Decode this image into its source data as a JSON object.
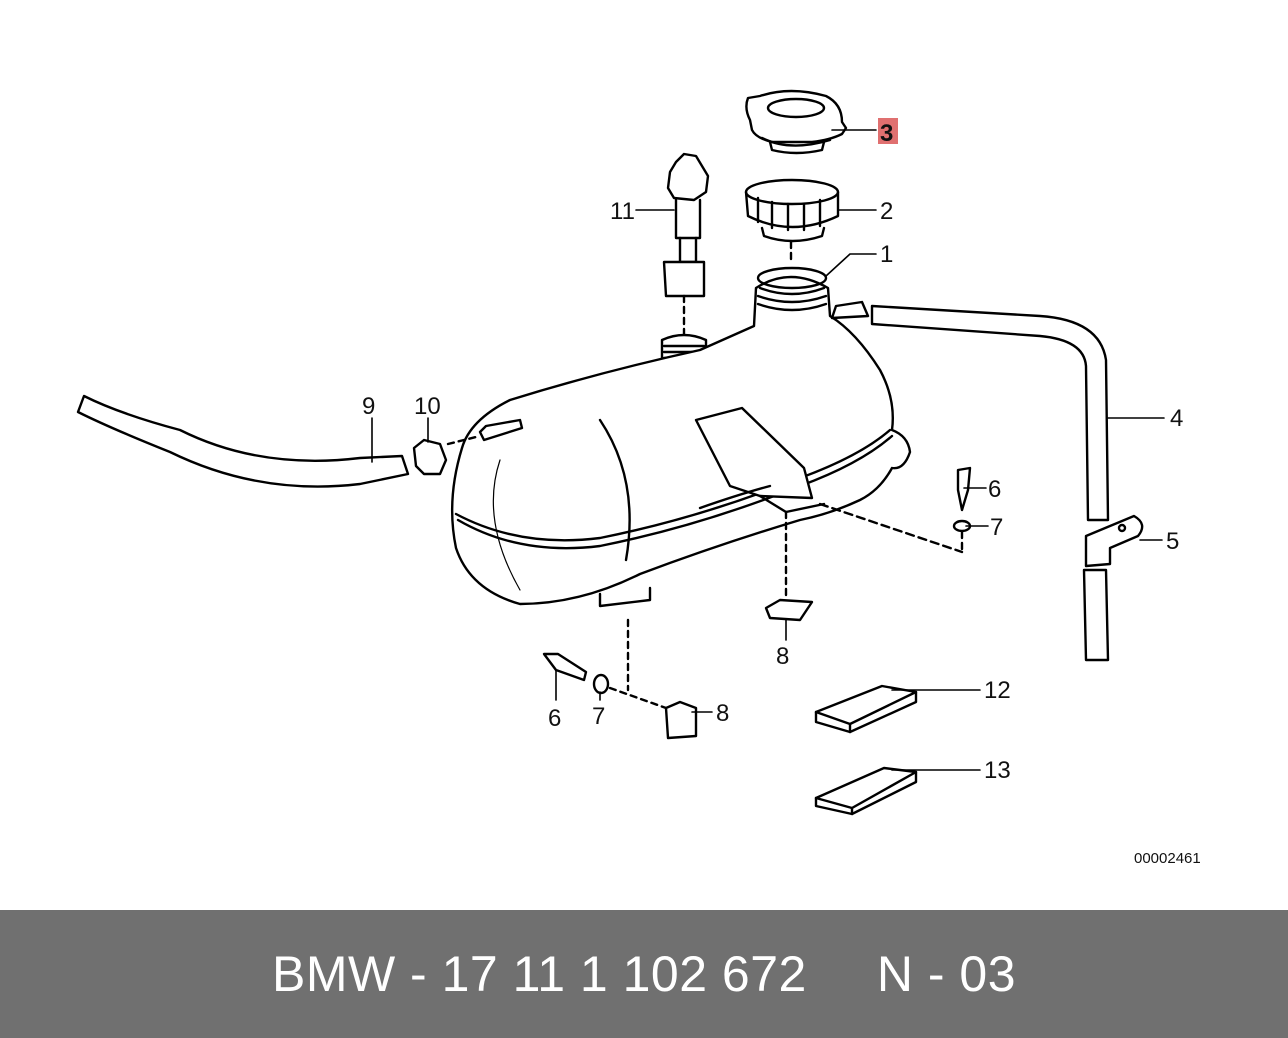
{
  "diagram": {
    "callouts": [
      {
        "id": "c1",
        "label": "1"
      },
      {
        "id": "c2",
        "label": "2"
      },
      {
        "id": "c3",
        "label": "3",
        "highlighted": true
      },
      {
        "id": "c4",
        "label": "4"
      },
      {
        "id": "c5",
        "label": "5"
      },
      {
        "id": "c6a",
        "label": "6"
      },
      {
        "id": "c7a",
        "label": "7"
      },
      {
        "id": "c6b",
        "label": "6"
      },
      {
        "id": "c7b",
        "label": "7"
      },
      {
        "id": "c8a",
        "label": "8"
      },
      {
        "id": "c8b",
        "label": "8"
      },
      {
        "id": "c9",
        "label": "9"
      },
      {
        "id": "c10",
        "label": "10"
      },
      {
        "id": "c11",
        "label": "11"
      },
      {
        "id": "c12",
        "label": "12"
      },
      {
        "id": "c13",
        "label": "13"
      }
    ],
    "reference_code": "00002461",
    "highlight_color": "#e07070"
  },
  "footer": {
    "part_number": "BMW - 17 11 1 102 672",
    "page_ref": "N - 03",
    "background_color": "#707070"
  }
}
